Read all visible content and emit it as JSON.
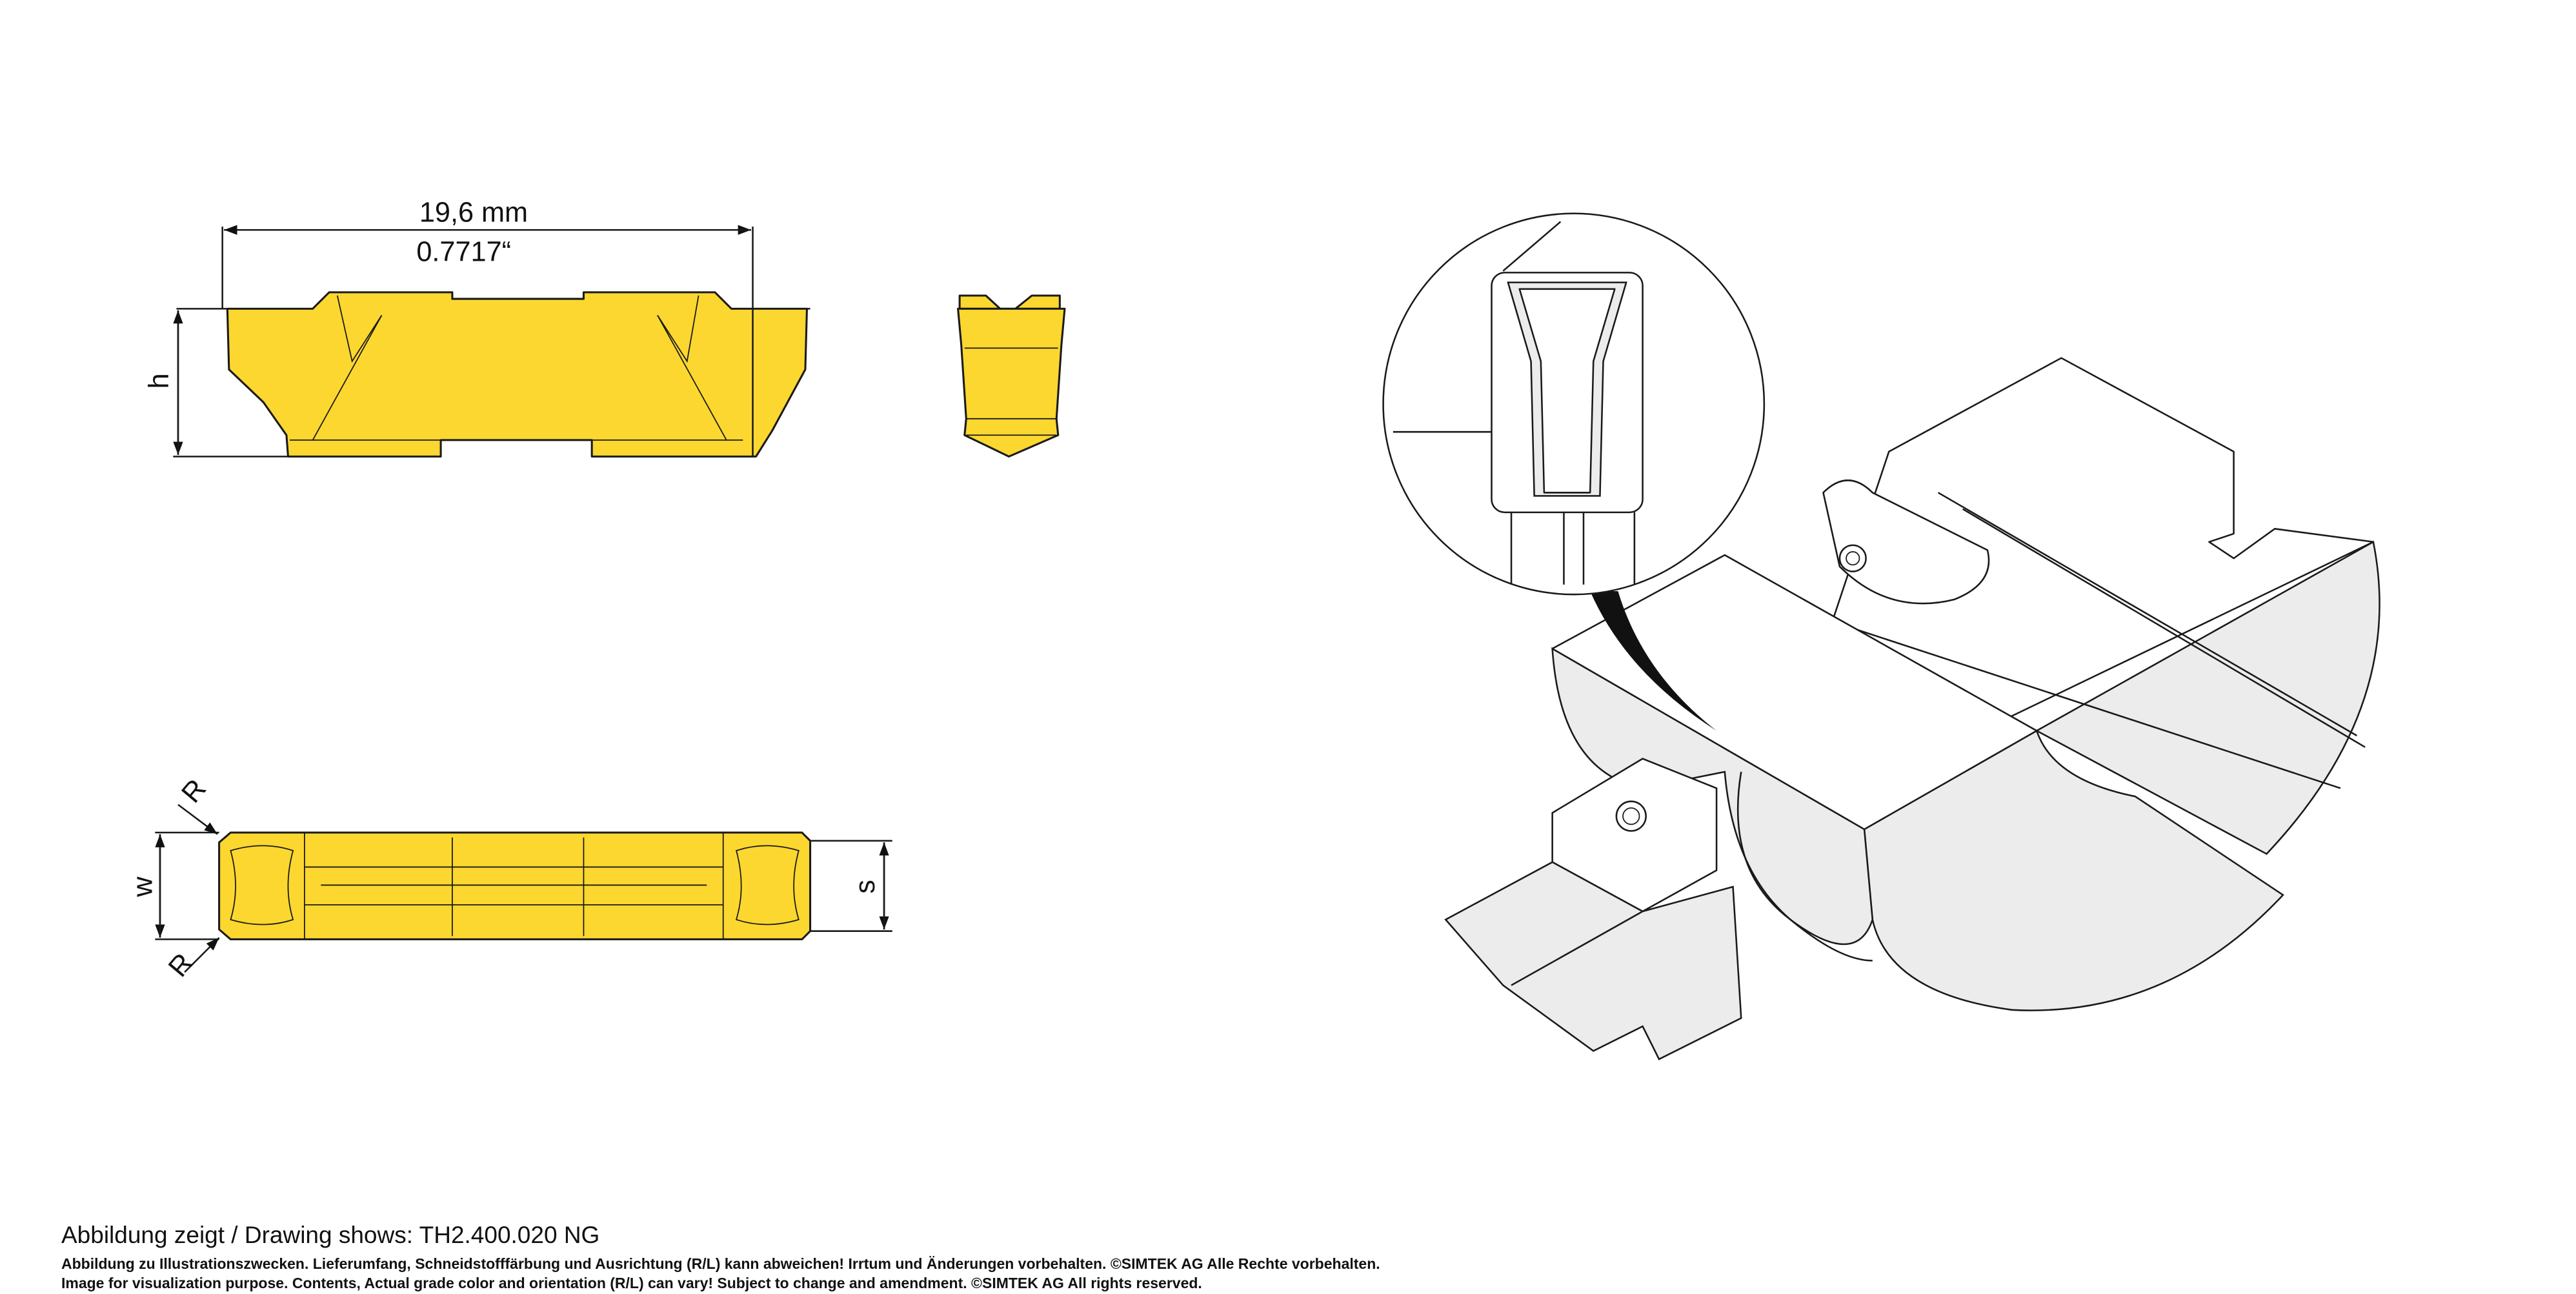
{
  "dimensions": {
    "length_mm": "19,6 mm",
    "length_in": "0.7717“",
    "height_label": "h",
    "width_label": "w",
    "seat_label": "s",
    "radius_label_top": "R",
    "radius_label_bottom": "R"
  },
  "footer": {
    "caption": "Abbildung zeigt / Drawing shows: TH2.400.020 NG",
    "disclaimer_de": "Abbildung zu Illustrationszwecken. Lieferumfang, Schneidstofffärbung und Ausrichtung (R/L) kann abweichen! Irrtum und Änderungen vorbehalten. ©SIMTEK AG Alle Rechte vorbehalten.",
    "disclaimer_en": "Image for visualization purpose. Contents, Actual grade color and orientation (R/L) can vary! Subject to change and amendment. ©SIMTEK AG All rights reserved."
  },
  "colors": {
    "insert": "#fcd72f",
    "shade": "#ececec"
  }
}
